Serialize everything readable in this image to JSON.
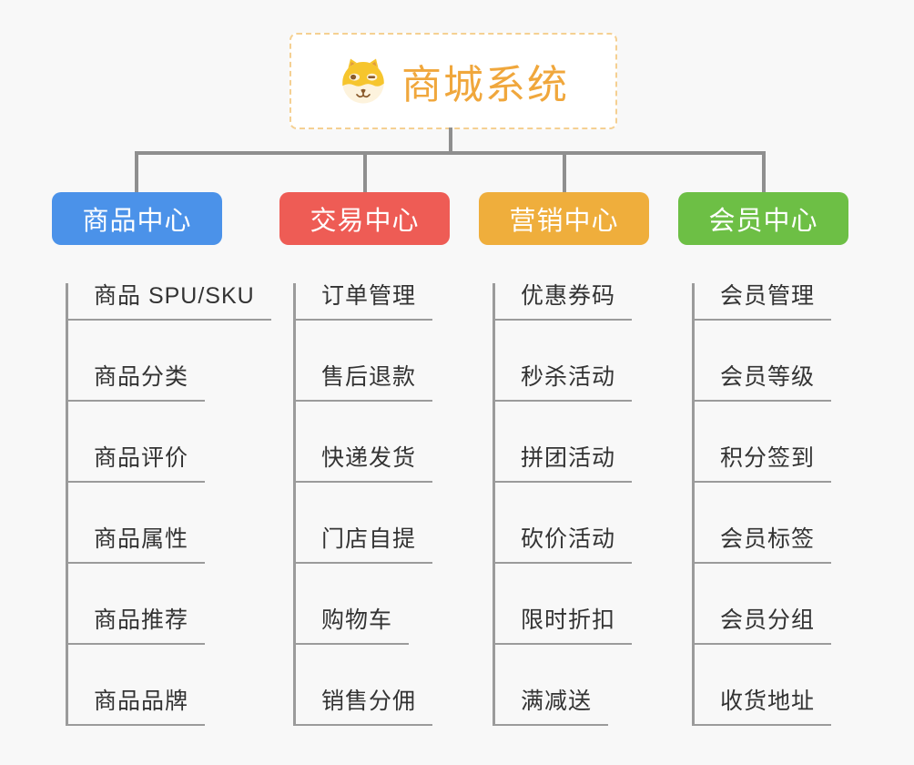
{
  "root": {
    "title": "商城系统",
    "icon": "doge-icon",
    "title_color": "#f0a73c",
    "border_color": "#f5d092",
    "background": "#ffffff"
  },
  "canvas": {
    "background_color": "#f8f8f8",
    "connector_color": "#8f8f8f",
    "child_line_color": "#9b9b9b",
    "child_text_color": "#333333"
  },
  "branches": [
    {
      "label": "商品中心",
      "color": "#4b92e9",
      "children": [
        "商品 SPU/SKU",
        "商品分类",
        "商品评价",
        "商品属性",
        "商品推荐",
        "商品品牌"
      ]
    },
    {
      "label": "交易中心",
      "color": "#ee5c55",
      "children": [
        "订单管理",
        "售后退款",
        "快递发货",
        "门店自提",
        "购物车",
        "销售分佣"
      ]
    },
    {
      "label": "营销中心",
      "color": "#efae3c",
      "children": [
        "优惠券码",
        "秒杀活动",
        "拼团活动",
        "砍价活动",
        "限时折扣",
        "满减送"
      ]
    },
    {
      "label": "会员中心",
      "color": "#6dbf45",
      "children": [
        "会员管理",
        "会员等级",
        "积分签到",
        "会员标签",
        "会员分组",
        "收货地址"
      ]
    }
  ]
}
